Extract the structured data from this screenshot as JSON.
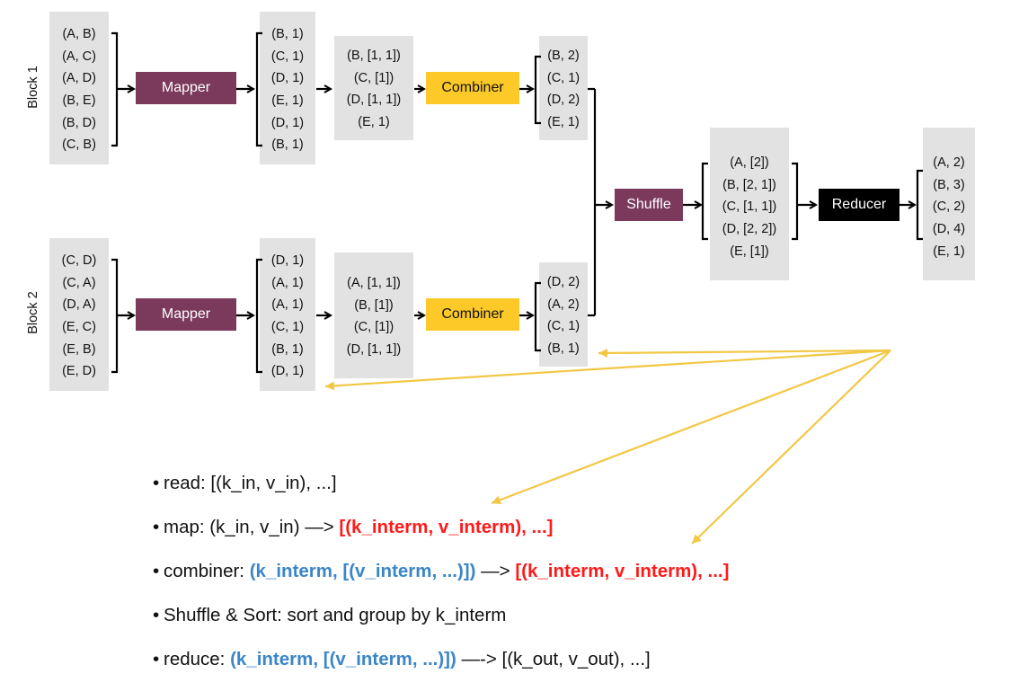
{
  "blocks": {
    "block1": {
      "label": "Block 1",
      "input": [
        "(A, B)",
        "(A, C)",
        "(A, D)",
        "(B, E)",
        "(B, D)",
        "(C, B)"
      ],
      "mapper": "Mapper",
      "mapped": [
        "(B, 1)",
        "(C, 1)",
        "(D, 1)",
        "(E, 1)",
        "(D, 1)",
        "(B, 1)"
      ],
      "grouped": [
        "(B, [1, 1])",
        "(C, [1])",
        "(D, [1, 1])",
        "(E, 1)"
      ],
      "combiner": "Combiner",
      "combined": [
        "(B, 2)",
        "(C, 1)",
        "(D, 2)",
        "(E, 1)"
      ]
    },
    "block2": {
      "label": "Block 2",
      "input": [
        "(C, D)",
        "(C, A)",
        "(D, A)",
        "(E, C)",
        "(E, B)",
        "(E, D)"
      ],
      "mapper": "Mapper",
      "mapped": [
        "(D, 1)",
        "(A, 1)",
        "(A, 1)",
        "(C, 1)",
        "(B, 1)",
        "(D, 1)"
      ],
      "grouped": [
        "(A, [1, 1])",
        "(B, [1])",
        "(C, [1])",
        "(D, [1, 1])"
      ],
      "combiner": "Combiner",
      "combined": [
        "(D, 2)",
        "(A, 2)",
        "(C, 1)",
        "(B, 1)"
      ]
    }
  },
  "shuffle": {
    "label": "Shuffle",
    "output": [
      "(A, [2])",
      "(B, [2, 1])",
      "(C, [1, 1])",
      "(D, [2, 2])",
      "(E, [1])"
    ]
  },
  "reducer": {
    "label": "Reducer",
    "output": [
      "(A, 2)",
      "(B, 3)",
      "(C, 2)",
      "(D, 4)",
      "(E, 1)"
    ]
  },
  "colors": {
    "mapper": "#7b3a5c",
    "combiner": "#fcc928",
    "shuffle": "#7b3a5c",
    "reducer": "#000000",
    "box": "#e2e2e2",
    "arrow_yellow": "#f2c744",
    "red": "#ff1a1a",
    "blue": "#3a86c8"
  },
  "bullets": [
    {
      "parts": [
        {
          "text": "read: [(k_in, v_in), ...]",
          "style": "plain"
        }
      ]
    },
    {
      "parts": [
        {
          "text": "map: (k_in, v_in) —> ",
          "style": "plain"
        },
        {
          "text": "[(k_interm, v_interm), ...]",
          "style": "red"
        }
      ]
    },
    {
      "parts": [
        {
          "text": "combiner: ",
          "style": "plain"
        },
        {
          "text": "(k_interm, [(v_interm, ...)])",
          "style": "blue"
        },
        {
          "text": " —> ",
          "style": "plain"
        },
        {
          "text": "[(k_interm, v_interm), ...]",
          "style": "red"
        }
      ]
    },
    {
      "parts": [
        {
          "text": "Shuffle & Sort: sort and group by k_interm",
          "style": "plain"
        }
      ]
    },
    {
      "parts": [
        {
          "text": "reduce: ",
          "style": "plain"
        },
        {
          "text": "(k_interm, [(v_interm, ...)])",
          "style": "blue"
        },
        {
          "text": " —-> [(k_out, v_out), ...]",
          "style": "plain"
        }
      ]
    }
  ]
}
